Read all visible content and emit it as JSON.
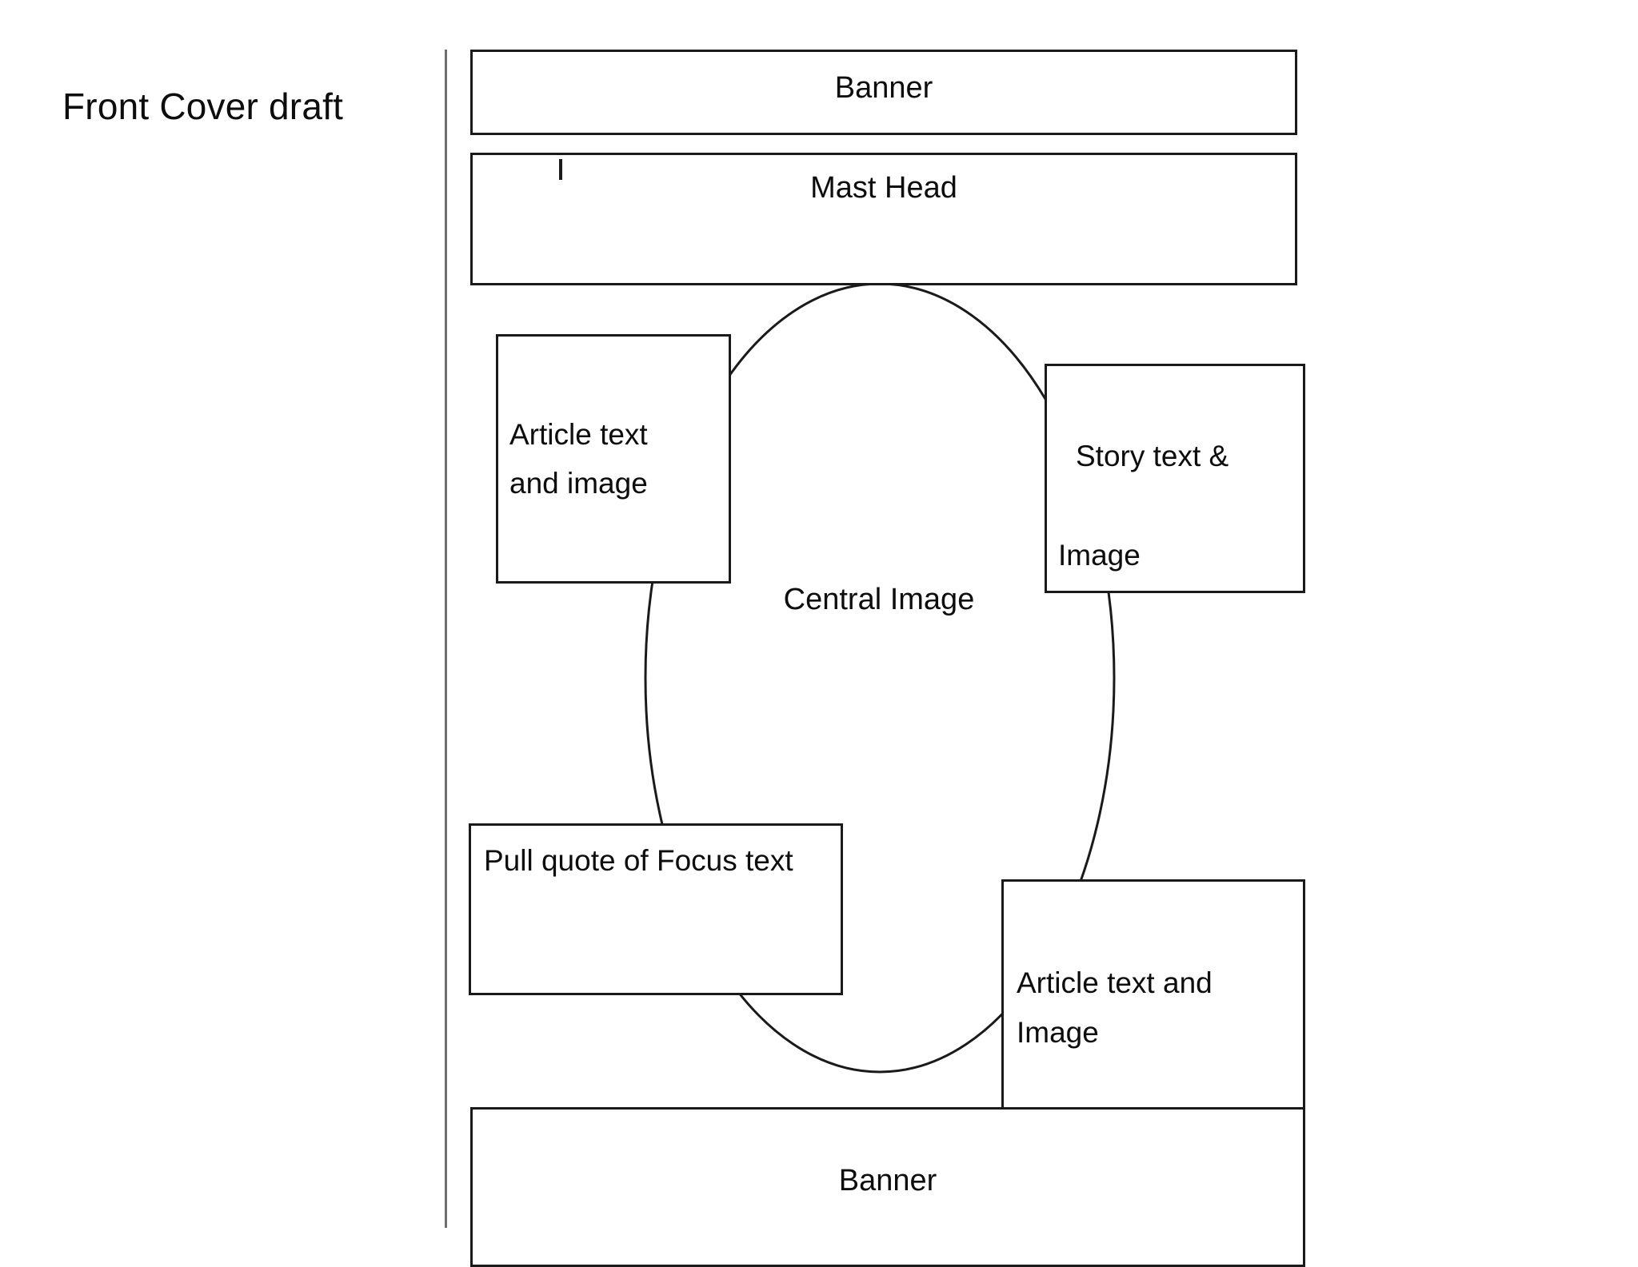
{
  "slide": {
    "title": "Front Cover draft",
    "background_color": "#ffffff",
    "stroke_color": "#1a1a1a",
    "text_color": "#0d0d0d",
    "page_rule_color": "#6e6e6e"
  },
  "diagram": {
    "type": "magazine-front-cover-layout-wireframe",
    "regions": {
      "banner_top": {
        "label": "Banner"
      },
      "masthead": {
        "label": "Mast Head"
      },
      "article_left": {
        "label": "Article text\nand image"
      },
      "story_right": {
        "line1": "Story text &",
        "line2": "Image"
      },
      "central_image": {
        "label": "Central Image",
        "shape": "ellipse"
      },
      "pull_quote": {
        "label": "Pull quote of Focus text"
      },
      "article_bottom_right": {
        "label": "Article text and\nImage"
      },
      "banner_bottom": {
        "label": "Banner"
      }
    }
  }
}
